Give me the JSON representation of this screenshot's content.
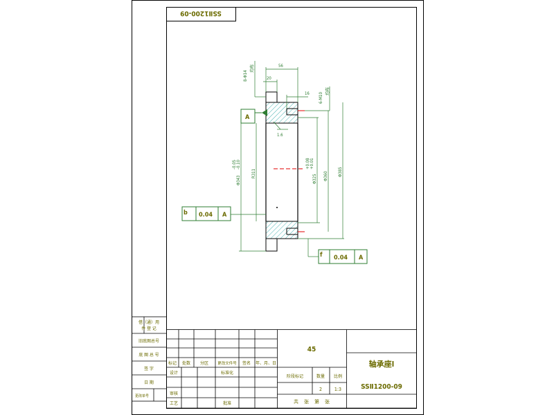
{
  "drawing_number_top": "SSⅡ1200-09",
  "dimensions": {
    "holes_8": "8-Φ14",
    "holes_8_note": "均布",
    "width_56": "56",
    "width_20": "20",
    "depth_16": "16",
    "holes_6": "6-M10",
    "holes_6_note": "均布",
    "roughness": "1.6",
    "d_outer_fit": "Φ343",
    "d_outer_tol": "-0.05\n-0.10",
    "d_r311": "R311",
    "d_inner": "Φ325",
    "d_inner_tol": "+0.08\n+0.01",
    "d_360": "Φ360",
    "d_385": "Φ385"
  },
  "datum_label": "A",
  "tolerance_frames": [
    {
      "symbol": "b",
      "value": "0.04",
      "datum": "A"
    },
    {
      "symbol": "f",
      "value": "0.04",
      "datum": "A"
    }
  ],
  "side_block": {
    "top_lines": [
      "借（通）用",
      "件 登 记"
    ],
    "rows": [
      "旧底图总号",
      "底 图 总 号",
      "签    字",
      "日    期",
      "更改单号"
    ]
  },
  "title_block": {
    "material": "45",
    "part_name": "轴承座Ⅰ",
    "drawing_number": "SSⅡ1200-09",
    "revision_headers": [
      "标记",
      "处数",
      "分区",
      "更改文件号",
      "签名",
      "年、月、日"
    ],
    "sign_rows": [
      "设计",
      "审核",
      "工艺"
    ],
    "std_label": "标准化",
    "approve_label": "批准",
    "stage_label": "阶段标记",
    "weight_label": "数量",
    "scale_label": "比例",
    "quantity": "2",
    "scale": "1:3",
    "sheet_text": "共    张    第    张"
  }
}
